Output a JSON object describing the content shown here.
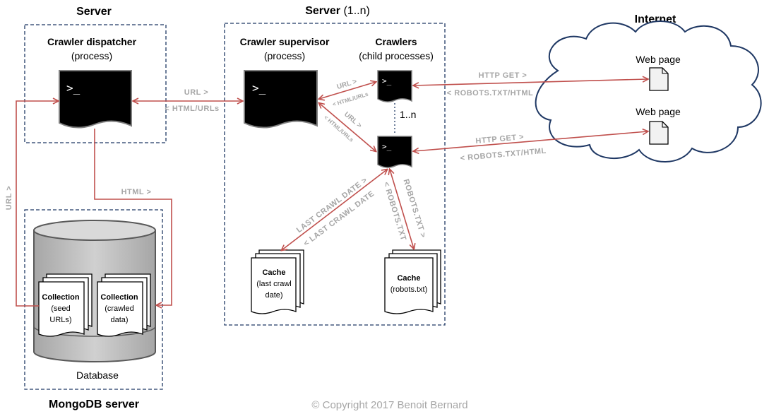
{
  "groups": {
    "server_dispatch": "Server",
    "server_crawl": "Server",
    "server_crawl_count": " (1..n)",
    "mongodb": "MongoDB server",
    "internet": "Internet"
  },
  "nodes": {
    "dispatcher": {
      "title": "Crawler dispatcher",
      "sub": "(process)"
    },
    "supervisor": {
      "title": "Crawler supervisor",
      "sub": "(process)"
    },
    "crawlers": {
      "title": "Crawlers",
      "sub": "(child processes)"
    },
    "crawler_count": "1..n",
    "database": "Database",
    "collection_seed": {
      "title": "Collection",
      "line1": "(seed",
      "line2": "URLs)"
    },
    "collection_crawled": {
      "title": "Collection",
      "line1": "(crawled",
      "line2": "data)"
    },
    "cache_crawl": {
      "title": "Cache",
      "line1": "(last crawl",
      "line2": "date)"
    },
    "cache_robots": {
      "title": "Cache",
      "line1": "(robots.txt)"
    },
    "web_page_1": "Web page",
    "web_page_2": "Web page"
  },
  "prompt": ">_",
  "edges": {
    "dispatch_to_super_fwd": "URL >",
    "dispatch_to_super_back": "< HTML/URLs",
    "dispatch_to_db": "HTML >",
    "db_to_dispatch": "URL >",
    "super_to_crawler1_fwd": "URL >",
    "super_to_crawler1_back": "< HTML/URLs",
    "super_to_crawler2_fwd": "URL >",
    "super_to_crawler2_back": "< HTML/URLs",
    "crawler_to_cache_fwd": "LAST CRAWL DATE >",
    "crawler_to_cache_back": "< LAST CRAWL DATE",
    "crawler_to_robots_fwd": "ROBOTS.TXT >",
    "crawler_to_robots_back": "< ROBOTS.TXT",
    "crawler1_web_fwd": "HTTP GET >",
    "crawler1_web_back": "< ROBOTS.TXT/HTML",
    "crawler2_web_fwd": "HTTP GET >",
    "crawler2_web_back": "< ROBOTS.TXT/HTML"
  },
  "copyright": "© Copyright 2017 Benoit Bernard",
  "colors": {
    "arrow": "#c0504d",
    "box_border": "#1f3864",
    "label_gray": "#a6a6a6",
    "terminal": "#000000",
    "database_fill": "#bfbfbf"
  }
}
